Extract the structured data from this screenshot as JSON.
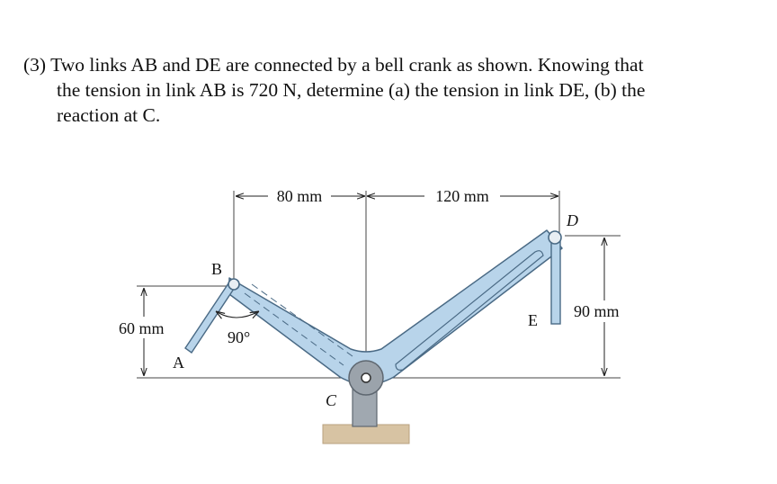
{
  "problem": {
    "number": "(3)",
    "line1": "Two links AB and DE are connected by a bell crank as shown. Knowing that",
    "line2": "the tension in link AB is 720 N, determine (a) the tension in link DE, (b) the",
    "line3": "reaction at C."
  },
  "figure": {
    "dim_left_horizontal": "80 mm",
    "dim_right_horizontal": "120 mm",
    "dim_left_vertical": "60 mm",
    "dim_right_vertical": "90 mm",
    "angle": "90°",
    "label_A": "A",
    "label_B": "B",
    "label_C": "C",
    "label_D": "D",
    "label_E": "E",
    "colors": {
      "link_fill": "#b8d4ea",
      "link_stroke": "#4a6a85",
      "pin_fill": "#9ba3ab",
      "ground_fill": "#d7c3a3"
    }
  }
}
